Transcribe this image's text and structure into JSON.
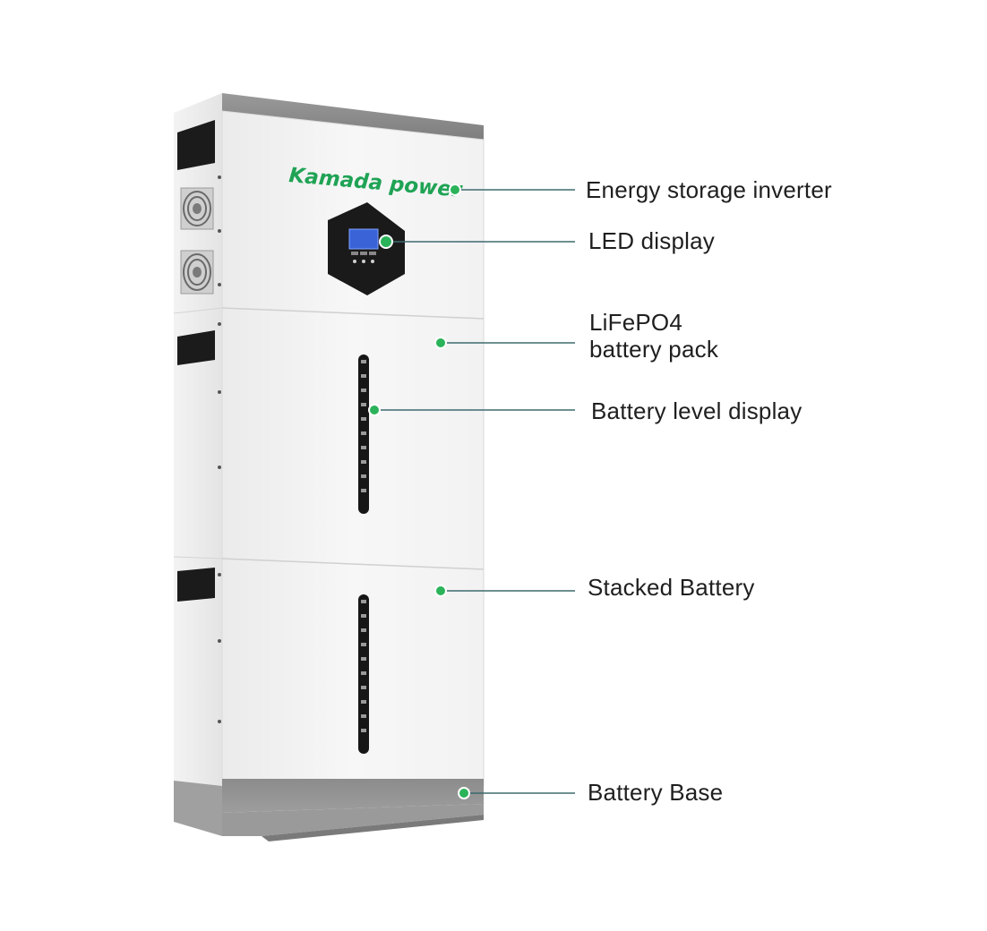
{
  "brand": {
    "logo_text": "Kamada power",
    "logo_color": "#1fa355"
  },
  "colors": {
    "accent": "#2bb35a",
    "leader": "#3d6b6e",
    "housing": "#f1f1f1",
    "trim": "#8a8a8a"
  },
  "callouts": [
    {
      "name": "energy-storage-inverter",
      "lines": [
        "Energy storage inverter"
      ]
    },
    {
      "name": "led-display",
      "lines": [
        "LED display"
      ]
    },
    {
      "name": "lifepo4-battery-pack",
      "lines": [
        "LiFePO4",
        "battery pack"
      ]
    },
    {
      "name": "battery-level-display",
      "lines": [
        "Battery level display"
      ]
    },
    {
      "name": "stacked-battery",
      "lines": [
        "Stacked Battery"
      ]
    },
    {
      "name": "battery-base",
      "lines": [
        "Battery Base"
      ]
    }
  ]
}
